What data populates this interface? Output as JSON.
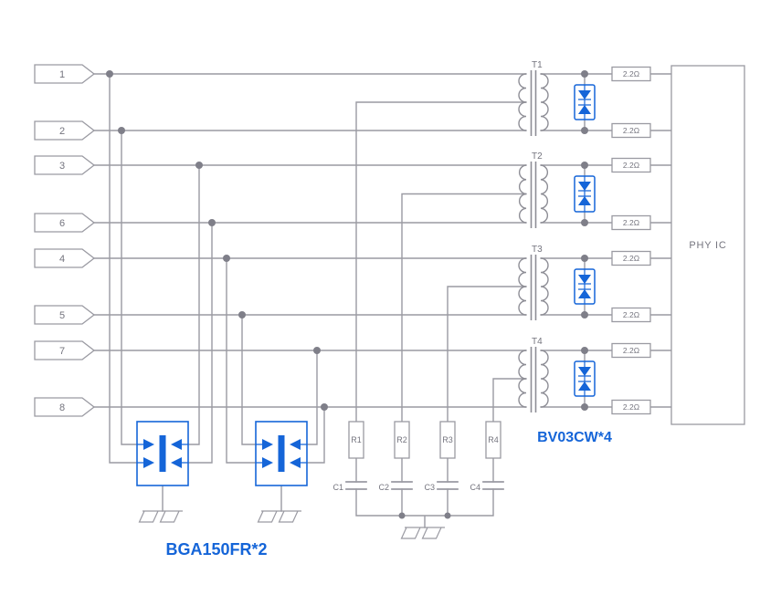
{
  "schematic": {
    "pins": [
      {
        "label": "1"
      },
      {
        "label": "2"
      },
      {
        "label": "3"
      },
      {
        "label": "6"
      },
      {
        "label": "4"
      },
      {
        "label": "5"
      },
      {
        "label": "7"
      },
      {
        "label": "8"
      }
    ],
    "transformers": [
      {
        "label": "T1"
      },
      {
        "label": "T2"
      },
      {
        "label": "T3"
      },
      {
        "label": "T4"
      }
    ],
    "termination_resistors": [
      {
        "value": "2.2Ω"
      },
      {
        "value": "2.2Ω"
      },
      {
        "value": "2.2Ω"
      },
      {
        "value": "2.2Ω"
      },
      {
        "value": "2.2Ω"
      },
      {
        "value": "2.2Ω"
      },
      {
        "value": "2.2Ω"
      },
      {
        "value": "2.2Ω"
      }
    ],
    "bias_resistors": [
      {
        "label": "R1"
      },
      {
        "label": "R2"
      },
      {
        "label": "R3"
      },
      {
        "label": "R4"
      }
    ],
    "capacitors": [
      {
        "label": "C1"
      },
      {
        "label": "C2"
      },
      {
        "label": "C3"
      },
      {
        "label": "C4"
      }
    ],
    "ic": {
      "label": "PHY IC"
    },
    "surge_protector_label": "BGA150FR*2",
    "diode_array_label": "BV03CW*4",
    "colors": {
      "component_blue": "#1565d8",
      "wire_gray": "#9a9aa2"
    }
  }
}
